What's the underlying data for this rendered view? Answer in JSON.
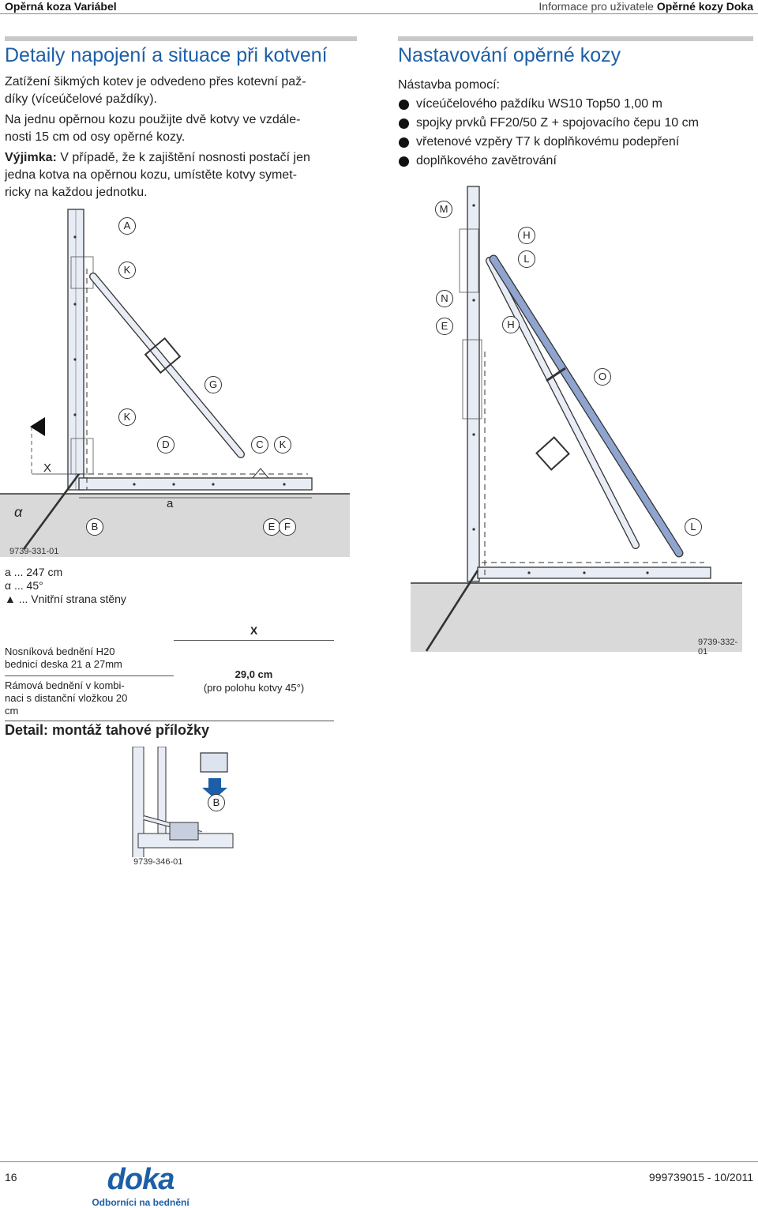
{
  "header": {
    "left_title": "Opěrná koza Variábel",
    "right_prefix": "Informace pro uživatele",
    "right_bold": "Opěrné kozy Doka"
  },
  "section_left": {
    "title": "Detaily napojení a situace při kotvení",
    "para1_lines": [
      "Zatížení šikmých kotev je odvedeno přes kotevní paž-",
      "díky (víceúčelové paždíky)."
    ],
    "para2_lines": [
      "Na jednu opěrnou kozu použijte dvě kotvy ve vzdále-",
      "nosti 15 cm od osy opěrné kozy."
    ],
    "para3_bold": "Výjimka:",
    "para3_lines": [
      " V případě, že k zajištění nosnosti postačí jen",
      "jedna kotva na opěrnou kozu, umístěte kotvy symet-",
      "ricky na každou jednotku."
    ]
  },
  "figure1": {
    "labels": [
      "A",
      "K",
      "G",
      "K",
      "D",
      "C",
      "K",
      "B",
      "E",
      "F"
    ],
    "dim_a": "a",
    "dim_x": "X",
    "alpha": "α",
    "code": "9739-331-01"
  },
  "legend": {
    "a": "a ... 247 cm",
    "alpha": "α ... 45°",
    "triangle": "▲ ... Vnitřní strana stěny"
  },
  "x_table": {
    "header": "X",
    "row1_lines": [
      "Nosníková bednění H20",
      "bednicí deska 21 a 27mm"
    ],
    "row2_lines": [
      "Rámová bednění v kombi-",
      "naci s distanční vložkou 20",
      "cm"
    ],
    "value_lines": [
      "29,0 cm",
      "(pro polohu kotvy 45°)"
    ]
  },
  "detail": {
    "title": "Detail: montáž tahové příložky",
    "label": "B",
    "code": "9739-346-01"
  },
  "section_right": {
    "title": "Nastavování opěrné kozy",
    "intro": "Nástavba pomocí:",
    "bullets": [
      "víceúčelového paždíku WS10 Top50 1,00 m",
      "spojky prvků FF20/50 Z + spojovacího čepu 10 cm",
      "vřetenové vzpěry T7 k doplňkovému podepření",
      "doplňkového zavětrování"
    ]
  },
  "figure2": {
    "labels": [
      "M",
      "H",
      "L",
      "N",
      "E",
      "H",
      "O",
      "L"
    ],
    "code": "9739-332-01"
  },
  "footer": {
    "page_number": "16",
    "brand": "doka",
    "brand_sub": "Odborníci na bednění",
    "doc_number": "999739015 - 10/2011"
  },
  "colors": {
    "accent": "#1d5fa6",
    "steel_light": "#e8ecf4",
    "steel_blue": "#8fa5cf",
    "ground": "#d9d9d9"
  }
}
